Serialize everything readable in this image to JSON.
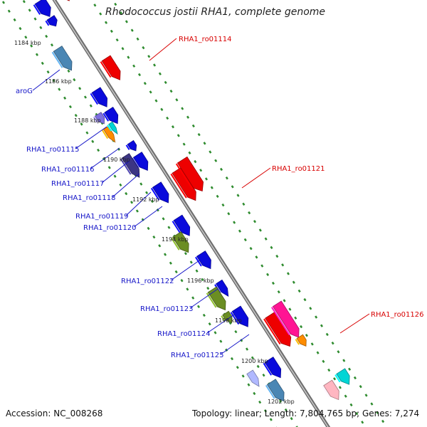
{
  "title": "Rhodococcus jostii RHA1, complete genome",
  "footer": {
    "accession": "Accession: NC_008268",
    "summary": "Topology: linear; Length: 7,804,765 bp; Genes: 7,274"
  },
  "colors": {
    "backbone": "#8c8c8c",
    "tick": "#2e8b2e",
    "label_blue": "#1515c8",
    "label_red": "#d80000",
    "gene_blue": "#0a0adc",
    "rna_red": "#ee0000",
    "steelblue": "#4a86b4",
    "purple_light": "#7d6fe0",
    "orange": "#ff8c00",
    "cyan": "#00d5d5",
    "darkslate": "#3c3584",
    "olive": "#6b8e23",
    "magenta": "#ff1493",
    "pink": "#ffb6c1",
    "lavender": "#b0b8ff"
  },
  "position_ticks": [
    "1184 kbp",
    "1186 kbp",
    "1188 kbp",
    "1190 kbp",
    "1192 kbp",
    "1194 kbp",
    "1196 kbp",
    "1198 kbp",
    "1200 kbp",
    "1202 kbp"
  ],
  "labels": [
    {
      "text": "RHA1_ro01114",
      "color": "red"
    },
    {
      "text": "aroG",
      "color": "blue"
    },
    {
      "text": "RHA1_ro01115",
      "color": "blue"
    },
    {
      "text": "RHA1_ro01116",
      "color": "blue"
    },
    {
      "text": "RHA1_ro01117",
      "color": "blue"
    },
    {
      "text": "RHA1_ro01118",
      "color": "blue"
    },
    {
      "text": "RHA1_ro01119",
      "color": "blue"
    },
    {
      "text": "RHA1_ro01120",
      "color": "blue"
    },
    {
      "text": "RHA1_ro01121",
      "color": "red"
    },
    {
      "text": "RHA1_ro01122",
      "color": "blue"
    },
    {
      "text": "RHA1_ro01123",
      "color": "blue"
    },
    {
      "text": "RHA1_ro01124",
      "color": "blue"
    },
    {
      "text": "RHA1_ro01125",
      "color": "blue"
    },
    {
      "text": "RHA1_ro01126",
      "color": "red"
    }
  ],
  "features": [
    {
      "gene": "RHA1_ro01114",
      "color": "rna_red"
    },
    {
      "gene": "aroG",
      "color": "steelblue"
    },
    {
      "gene": "RHA1_ro01115",
      "color": "purple_light"
    },
    {
      "gene": "RHA1_ro01116",
      "color": "orange"
    },
    {
      "gene": "RHA1_ro01117",
      "color": "cyan"
    },
    {
      "gene": "RHA1_ro01118",
      "color": "darkslate"
    },
    {
      "gene": "RHA1_ro01121",
      "color": "rna_red"
    },
    {
      "gene": "RHA1_ro01122",
      "color": "olive"
    },
    {
      "gene": "RHA1_ro01124",
      "color": "olive"
    },
    {
      "gene": "RHA1_ro01126",
      "color": "magenta"
    }
  ]
}
